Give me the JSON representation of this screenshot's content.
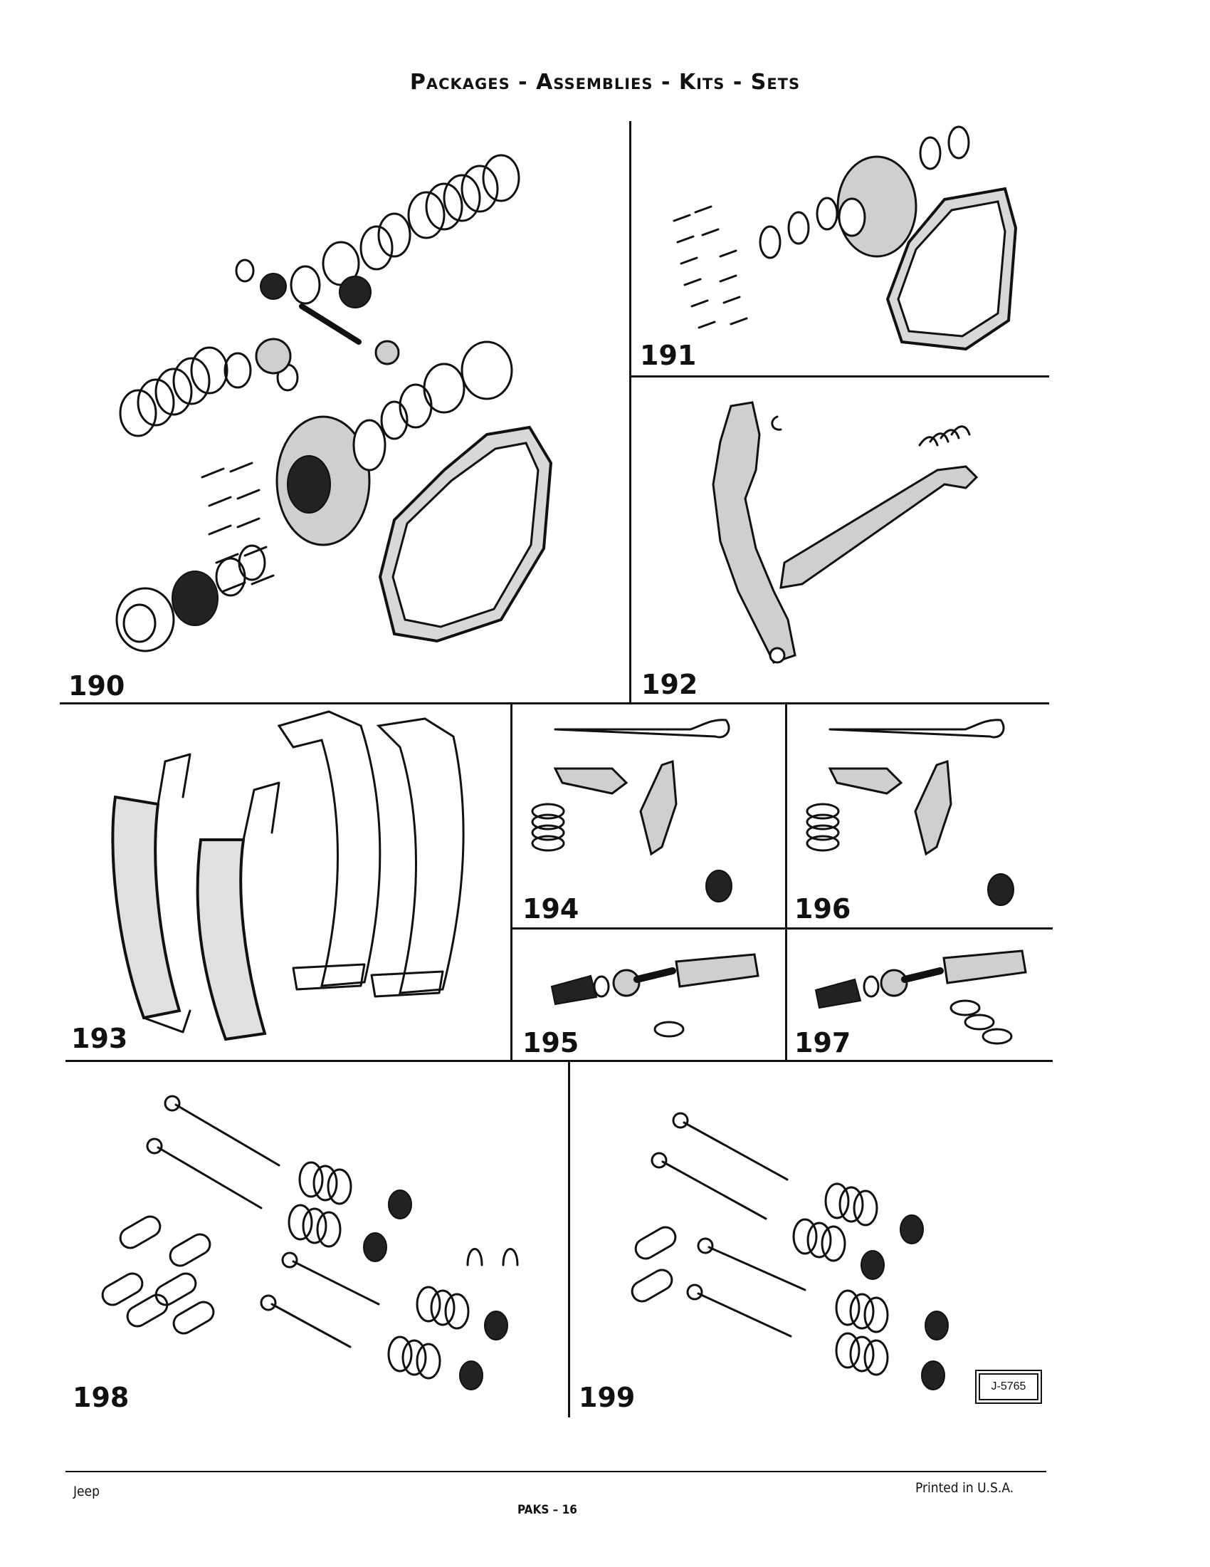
{
  "page": {
    "title": "Packages - Assemblies - Kits - Sets",
    "panels": [
      {
        "number": "190",
        "icon": "differential-kit-icon"
      },
      {
        "number": "191",
        "icon": "differential-case-kit-icon"
      },
      {
        "number": "192",
        "icon": "brake-lever-icon"
      },
      {
        "number": "193",
        "icon": "brake-shoe-set-icon"
      },
      {
        "number": "194",
        "icon": "self-adjuster-kit-icon"
      },
      {
        "number": "195",
        "icon": "adjusting-screw-kit-icon"
      },
      {
        "number": "196",
        "icon": "self-adjuster-kit-icon"
      },
      {
        "number": "197",
        "icon": "adjusting-screw-kit-icon"
      },
      {
        "number": "198",
        "icon": "hold-down-spring-kit-icon"
      },
      {
        "number": "199",
        "icon": "hold-down-spring-kit-icon"
      }
    ],
    "figure_code": "J-5765"
  },
  "footer": {
    "left": "Jeep",
    "center": "PAKS – 16",
    "right": "Printed  in U.S.A."
  }
}
